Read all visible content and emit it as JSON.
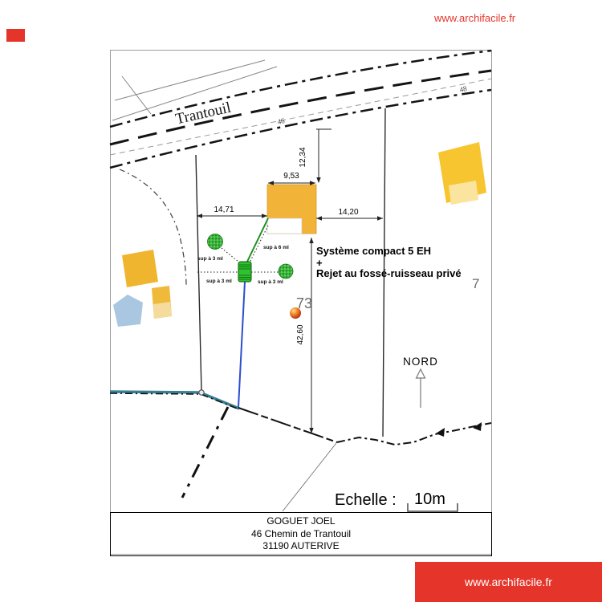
{
  "plan": {
    "road_name": "Trantouil",
    "road_marker_left": "46",
    "road_marker_right": "48",
    "note_line1": "Système compact 5 EH",
    "note_line2": "+",
    "note_line3": "Rejet au fossé-ruisseau privé",
    "sup_label_upper_left": "sup à 3 ml",
    "sup_label_upper_right": "sup à 6 ml",
    "sup_label_lower_left": "sup à 3 ml",
    "sup_label_lower_right": "sup à 3 ml",
    "parcel_number_main": "73",
    "parcel_number_right": "7",
    "north_label": "NORD"
  },
  "dimensions": {
    "building_width": "9,53",
    "building_to_road": "12,34",
    "left_setback": "14,71",
    "right_setback": "14,20",
    "parcel_depth": "42,60"
  },
  "scale_bar": {
    "label": "Echelle :",
    "value": "10m"
  },
  "title_block": {
    "owner": "GOGUET JOEL",
    "address": "46 Chemin de Trantouil",
    "city": "31190 AUTERIVE"
  },
  "watermark": {
    "url_text_top": "www.archifacile.fr",
    "url_text_banner": "www.archifacile.fr"
  },
  "colors": {
    "brand_red": "#e5352b",
    "building_yellow": "#f2b339",
    "building_yellow_light": "#f7df9f",
    "tree_green": "#2ea82e",
    "tank_green": "#2fc12f",
    "pipe_blue": "#2b4ecc",
    "ditch_teal": "#3a7f93"
  }
}
